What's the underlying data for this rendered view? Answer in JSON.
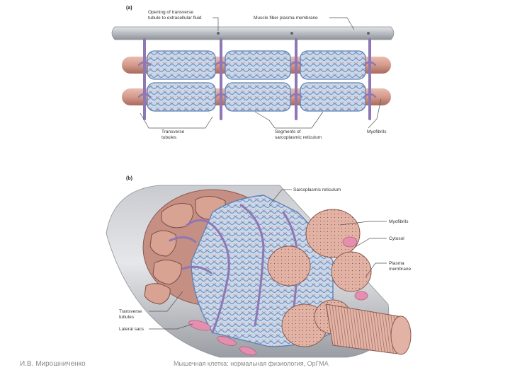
{
  "panel_a": {
    "tag": "(a)",
    "labels": {
      "opening_line1": "Opening of transverse",
      "opening_line2": "tubule to extracellular fluid",
      "plasma_membrane": "Muscle fiber plasma membrane",
      "transverse_line1": "Transverse",
      "transverse_line2": "tubules",
      "segments_line1": "Segments of",
      "segments_line2": "sarcoplasmic reticulum",
      "myofibrils": "Myofibrils"
    }
  },
  "panel_b": {
    "tag": "(b)",
    "labels": {
      "sr": "Sarcoplasmic reticulum",
      "myofibrils": "Myofibrils",
      "cytosol": "Cytosol",
      "plasma_line1": "Plasma",
      "plasma_line2": "membrane",
      "transverse_line1": "Transverse",
      "transverse_line2": "tubules",
      "lateral_sacs": "Lateral sacs"
    }
  },
  "footer": {
    "author": "И.В. Мирошниченко",
    "center_text": "Мышечная клетка: нормальная физиология, ОрГМА"
  },
  "colors": {
    "membrane": "#b9bcc2",
    "myofibril": "#d9a394",
    "sr_tubule": "#7d9fc9",
    "t_tubule": "#8d78b5"
  }
}
